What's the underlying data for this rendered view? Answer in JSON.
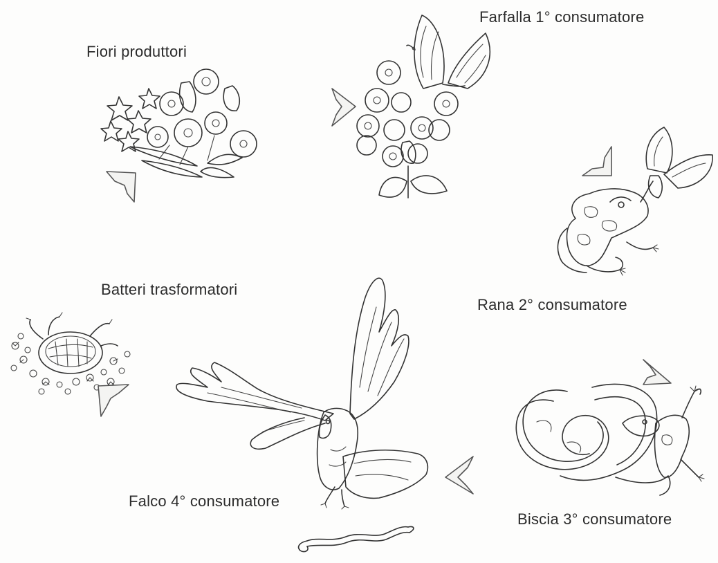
{
  "title": "",
  "nodes": [
    {
      "id": "flowers",
      "label": "Fiori produttori",
      "icon": "flowers-icon"
    },
    {
      "id": "butterfly",
      "label": "Farfalla 1° consumatore",
      "icon": "butterfly-on-flowers-icon"
    },
    {
      "id": "frog",
      "label": "Rana 2° consumatore",
      "icon": "frog-eating-butterfly-icon"
    },
    {
      "id": "snake",
      "label": "Biscia 3° consumatore",
      "icon": "snake-eating-frog-icon"
    },
    {
      "id": "hawk",
      "label": "Falco 4° consumatore",
      "icon": "hawk-with-snake-icon"
    },
    {
      "id": "bacteria",
      "label": "Batteri trasformatori",
      "icon": "bacteria-decomposing-icon"
    }
  ],
  "edges": [
    {
      "from": "flowers",
      "to": "butterfly"
    },
    {
      "from": "butterfly",
      "to": "frog"
    },
    {
      "from": "frog",
      "to": "snake"
    },
    {
      "from": "snake",
      "to": "hawk"
    },
    {
      "from": "hawk",
      "to": "bacteria"
    },
    {
      "from": "bacteria",
      "to": "flowers"
    }
  ]
}
